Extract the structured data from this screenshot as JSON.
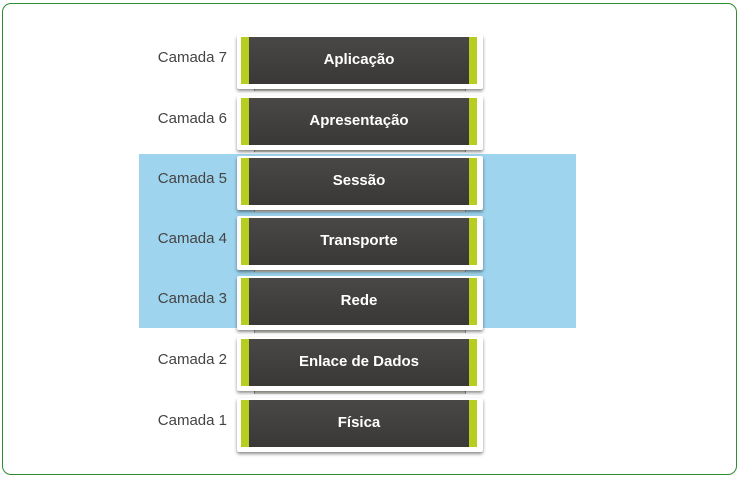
{
  "layers": [
    {
      "label": "Camada 7",
      "name": "Aplicação",
      "highlighted": false
    },
    {
      "label": "Camada 6",
      "name": "Apresentação",
      "highlighted": false
    },
    {
      "label": "Camada 5",
      "name": "Sessão",
      "highlighted": true
    },
    {
      "label": "Camada 4",
      "name": "Transporte",
      "highlighted": true
    },
    {
      "label": "Camada 3",
      "name": "Rede",
      "highlighted": true
    },
    {
      "label": "Camada 2",
      "name": "Enlace de Dados",
      "highlighted": false
    },
    {
      "label": "Camada 1",
      "name": "Física",
      "highlighted": false
    }
  ],
  "colors": {
    "frame_border": "#2e8b2e",
    "highlight": "#9fd4ee",
    "block_fill": "#3f3d3c",
    "block_accent": "#b7cd1f",
    "block_text": "#ffffff",
    "label_text": "#444444"
  }
}
